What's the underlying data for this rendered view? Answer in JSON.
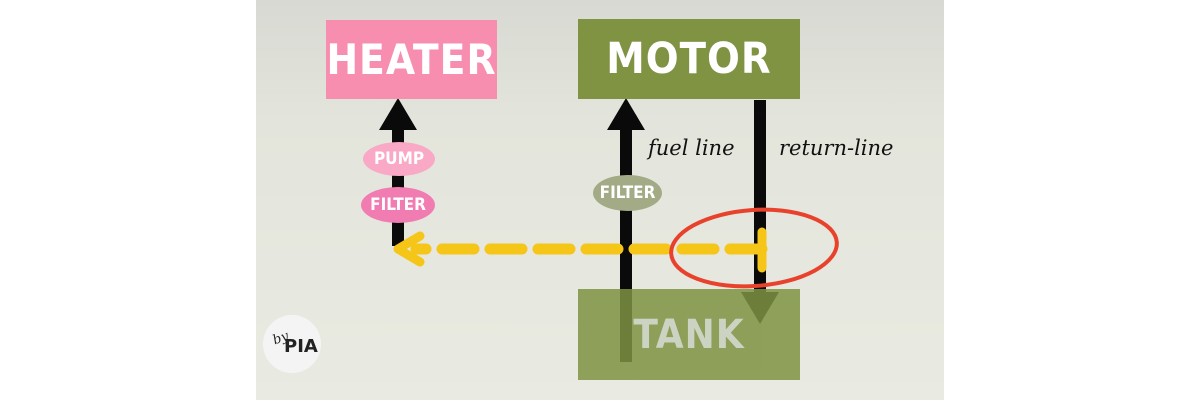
{
  "boxes": {
    "heater": "HEATER",
    "motor": "MOTOR",
    "tank": "TANK"
  },
  "pills": {
    "pump": "PUMP",
    "filter_heater": "FILTER",
    "filter_fuel": "FILTER"
  },
  "labels": {
    "fuel_line": "fuel line",
    "return_line": "return-line"
  },
  "logo": {
    "by": "by",
    "name": "PIA"
  },
  "colors": {
    "heater": "#f78eb0",
    "motor": "#7f9343",
    "tank": "#7f9343",
    "arrows": "#0a0a0a",
    "tap_line": "#f5c518",
    "highlight_circle": "#e8422c"
  }
}
